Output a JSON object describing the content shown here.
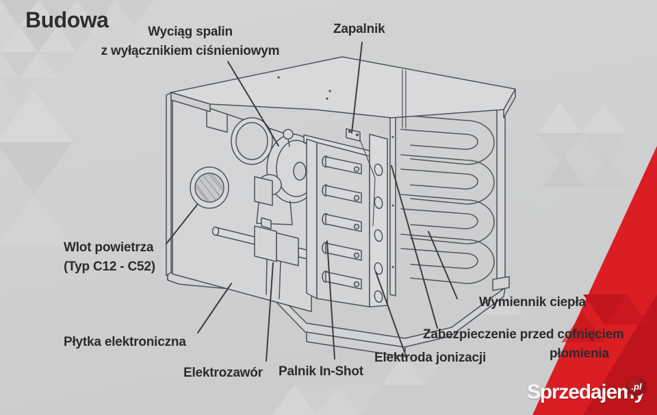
{
  "slide": {
    "title": "Budowa"
  },
  "diagram_labels": {
    "flue_exhaust": {
      "line1": "Wyciąg spalin",
      "line2": "z wyłącznikiem ciśnieniowym"
    },
    "igniter": "Zapalnik",
    "air_inlet": {
      "line1": "Wlot powietrza",
      "line2": "(Typ C12 - C52)"
    },
    "control_board": "Płytka elektroniczna",
    "solenoid_valve": "Elektrozawór",
    "inshot_burner": "Palnik In-Shot",
    "ionization_electrode": "Elektroda jonizacji",
    "flashback_protection": {
      "line1": "Zabezpieczenie przed cofnięciem",
      "line2": "płomienia"
    },
    "heat_exchanger": "Wymiennik ciepła"
  },
  "watermark": {
    "brand": "Sprzedajemy",
    "suffix": ".pl"
  },
  "colors": {
    "background": "#cfd0d1",
    "accent_red": "#da1e24",
    "dark_red": "#b9141b",
    "badge_red": "#9c181d",
    "label_text": "#2b2b2d",
    "line_art": "#4d5053"
  }
}
